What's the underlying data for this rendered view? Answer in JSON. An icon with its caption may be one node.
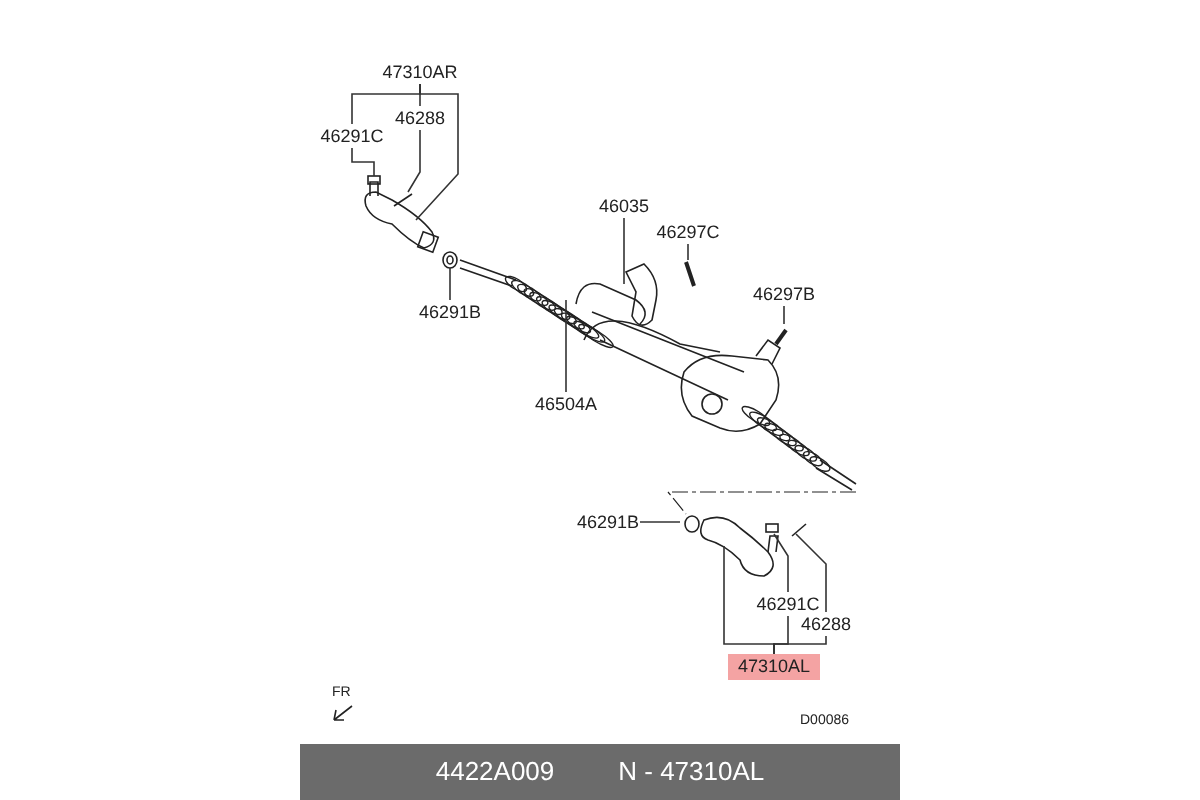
{
  "diagram": {
    "nodes": [
      {
        "text": [
          "47310AR"
        ]
      },
      {
        "text": [
          "46288"
        ]
      },
      {
        "text": [
          "46291C"
        ]
      },
      {
        "text": [
          "46291B"
        ]
      },
      {
        "text": [
          "46035"
        ]
      },
      {
        "text": [
          "46297C"
        ]
      },
      {
        "text": [
          "46297B"
        ]
      },
      {
        "text": [
          "46504A"
        ]
      },
      {
        "text": [
          "46291B"
        ]
      },
      {
        "text": [
          "46291C"
        ]
      },
      {
        "text": [
          "46288"
        ]
      },
      {
        "text": [
          "47310AL"
        ]
      }
    ],
    "edges": [
      {
        "from": 0,
        "to": 2,
        "arrow": "none"
      },
      {
        "from": 0,
        "to": 1,
        "arrow": "none"
      },
      {
        "from": 0,
        "to": null,
        "arrow": "none"
      },
      {
        "from": 2,
        "to": null,
        "arrow": "none"
      },
      {
        "from": 1,
        "to": null,
        "arrow": "none"
      },
      {
        "from": 3,
        "to": null,
        "arrow": "none"
      },
      {
        "from": 4,
        "to": null,
        "arrow": "none"
      },
      {
        "from": 5,
        "to": null,
        "arrow": "none"
      },
      {
        "from": 6,
        "to": null,
        "arrow": "none"
      },
      {
        "from": 7,
        "to": null,
        "arrow": "none"
      },
      {
        "from": 8,
        "to": null,
        "arrow": "none"
      },
      {
        "from": 11,
        "to": 9,
        "arrow": "none"
      },
      {
        "from": 11,
        "to": 10,
        "arrow": "none"
      },
      {
        "from": 11,
        "to": null,
        "arrow": "none"
      },
      {
        "from": 9,
        "to": null,
        "arrow": "none"
      },
      {
        "from": 10,
        "to": null,
        "arrow": "none"
      }
    ],
    "labels": [
      "FR",
      "D00086",
      "4422A009",
      "N - 47310AL"
    ]
  }
}
